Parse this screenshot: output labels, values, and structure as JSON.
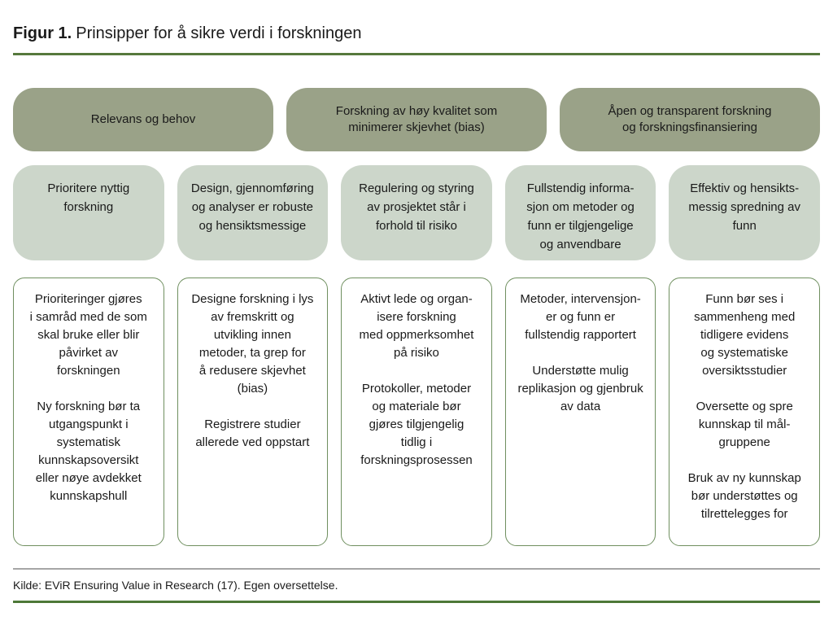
{
  "title": {
    "label": "Figur 1.",
    "text": "Prinsipper for å sikre verdi i forskningen"
  },
  "colors": {
    "box_dark": "#9aa288",
    "box_light": "#ccd6ca",
    "box_border": "#6f8f5f",
    "rule_top": "#56793d",
    "rule_gray": "#a6a6a6",
    "rule_bottom": "#4d7837"
  },
  "principles": {
    "top_row": [
      "Relevans og behov",
      "Forskning av høy kvalitet som\nminimerer skjevhet (bias)",
      "Åpen og transparent forskning\nog forskningsfinansiering"
    ],
    "mid_row": [
      "Prioritere nyttig\nforskning",
      "Design, gjennomføring\nog analyser er robuste\nog hensiktsmessige",
      "Regulering og styring\nav prosjektet står i\nforhold til risiko",
      "Fullstendig informa-\nsjon om metoder og\nfunn er tilgjengelige\nog anvendbare",
      "Effektiv og hensikts-\nmessig spredning av\nfunn"
    ],
    "detail_row": [
      "Prioriteringer gjøres\ni samråd med de som\nskal bruke eller blir\npåvirket av\nforskningen\n\nNy forskning bør ta\nutgangspunkt i\nsystematisk\nkunnskapsoversikt\neller nøye avdekket\nkunnskapshull",
      "Designe forskning i lys\nav fremskritt og\nutvikling innen\nmetoder, ta grep for\nå redusere skjevhet\n(bias)\n\nRegistrere studier\nallerede ved oppstart",
      "Aktivt lede og organ-\nisere forskning\nmed oppmerksomhet\npå risiko\n\nProtokoller, metoder\nog materiale bør\ngjøres tilgjengelig\ntidlig i\nforskningsprosessen",
      "Metoder, intervensjon-\ner og funn er\nfullstendig rapportert\n\nUnderstøtte mulig\nreplikasjon og gjenbruk\nav data",
      "Funn bør ses i\nsammenheng med\ntidligere evidens\nog systematiske\noversiktsstudier\n\nOversette og spre\nkunnskap til mål-\ngruppene\n\nBruk av ny kunnskap\nbør understøttes og\ntilrettelegges for"
    ]
  },
  "footer": {
    "source": "Kilde: EViR Ensuring Value in Research (17). Egen oversettelse."
  }
}
